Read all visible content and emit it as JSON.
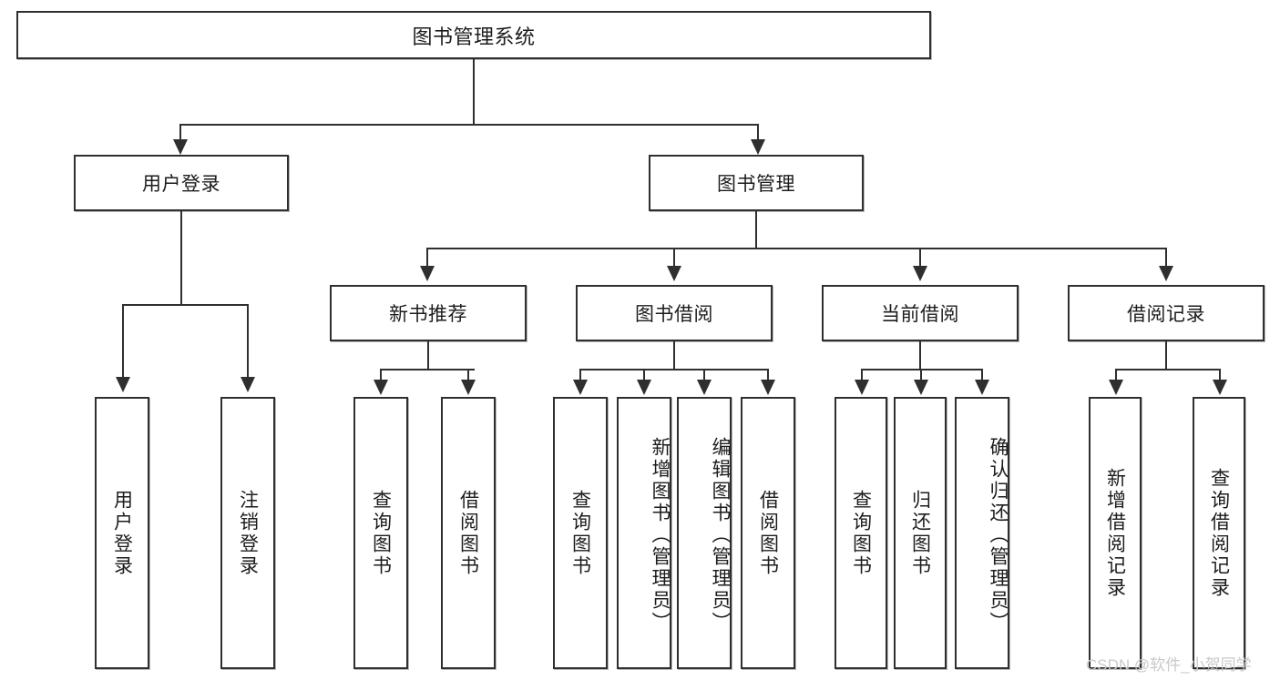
{
  "diagram": {
    "title": "图书管理系统",
    "type": "hierarchy-tree",
    "root": {
      "label": "图书管理系统"
    },
    "level2": [
      {
        "label": "用户登录"
      },
      {
        "label": "图书管理"
      }
    ],
    "level3": [
      {
        "label": "新书推荐"
      },
      {
        "label": "图书借阅"
      },
      {
        "label": "当前借阅"
      },
      {
        "label": "借阅记录"
      }
    ],
    "leaves": {
      "user_login": [
        {
          "label": "用户登录"
        },
        {
          "label": "注销登录"
        }
      ],
      "new_book_recommend": [
        {
          "label": "查询图书"
        },
        {
          "label": "借阅图书"
        }
      ],
      "book_borrow": [
        {
          "label": "查询图书"
        },
        {
          "label": "新增图书（管理员）"
        },
        {
          "label": "编辑图书（管理员）"
        },
        {
          "label": "借阅图书"
        }
      ],
      "current_borrow": [
        {
          "label": "查询图书"
        },
        {
          "label": "归还图书"
        },
        {
          "label": "确认归还（管理员）"
        }
      ],
      "borrow_record": [
        {
          "label": "新增借阅记录"
        },
        {
          "label": "查询借阅记录"
        }
      ]
    }
  },
  "watermark": {
    "text": "CSDN @软件_小贺同学"
  },
  "colors": {
    "line": "#2f2f2f",
    "box_border": "#2f2f2f",
    "box_fill": "#ffffff",
    "text": "#1c1c1c",
    "watermark": "#c9c9c9",
    "background": "#ffffff"
  }
}
